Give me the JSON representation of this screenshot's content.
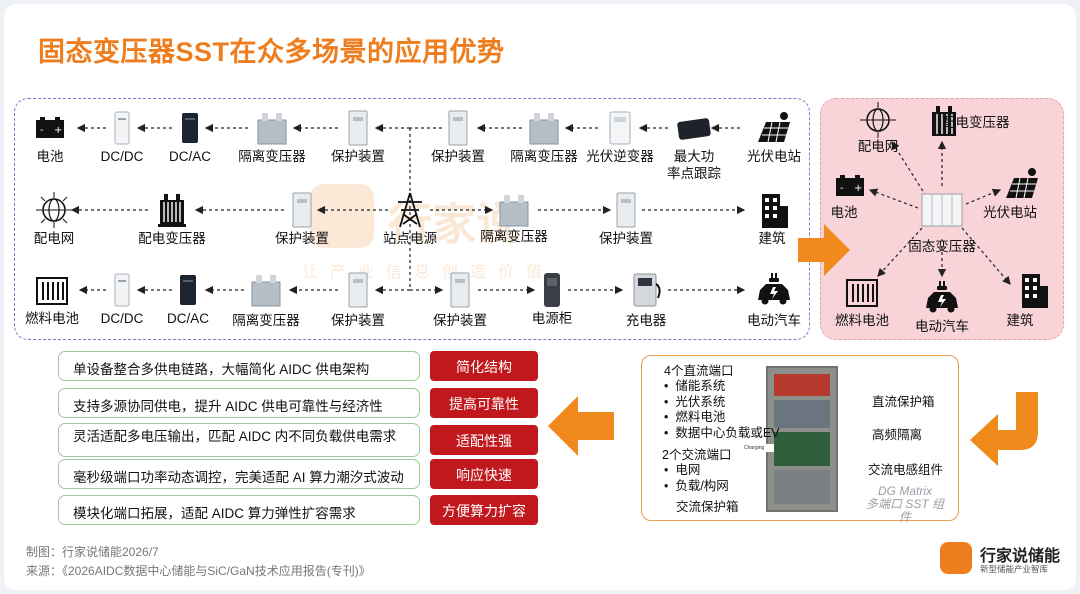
{
  "title": "固态变压器SST在众多场景的应用优势",
  "watermark": {
    "brand": "行家说",
    "slogan": "让产业信息创造价值"
  },
  "nodes": {
    "r1_battery": "电池",
    "r1_dcdc": "DC/DC",
    "r1_dcac": "DC/AC",
    "r1_iso": "隔离变压器",
    "r1_prot": "保护装置",
    "r1_prot2": "保护装置",
    "r1_iso2": "隔离变压器",
    "r1_pvinv": "光伏逆变器",
    "r1_mppt": "最大功\n率点跟踪",
    "r1_pv": "光伏电站",
    "r2_grid": "配电网",
    "r2_trans": "配电变压器",
    "r2_prot": "保护装置",
    "r2_station": "站点电源",
    "r2_iso": "隔离变压器",
    "r2_prot2": "保护装置",
    "r2_building": "建筑",
    "r3_fuel": "燃料电池",
    "r3_dcdc": "DC/DC",
    "r3_dcac": "DC/AC",
    "r3_iso": "隔离变压器",
    "r3_prot": "保护装置",
    "r3_prot2": "保护装置",
    "r3_cabinet": "电源柜",
    "r3_charger": "充电器",
    "r3_ev": "电动汽车"
  },
  "sst_nodes": {
    "grid": "配电网",
    "trans": "配电变压器",
    "battery": "电池",
    "pv": "光伏电站",
    "center": "固态变压器",
    "fuel": "燃料电池",
    "ev": "电动汽车",
    "building": "建筑"
  },
  "advantages": [
    {
      "desc": "单设备整合多供电链路，大幅简化 AIDC 供电架构",
      "tag": "简化结构"
    },
    {
      "desc": "支持多源协同供电，提升 AIDC 供电可靠性与经济性",
      "tag": "提高可靠性"
    },
    {
      "desc": "灵活适配多电压输出，匹配 AIDC 内不同负载供电需求",
      "tag": "适配性强"
    },
    {
      "desc": "毫秒级端口功率动态调控，完美适配 AI 算力潮汐式波动",
      "tag": "响应快速"
    },
    {
      "desc": "模块化端口拓展，适配 AIDC 算力弹性扩容需求",
      "tag": "方便算力扩容"
    }
  ],
  "photo": {
    "dc_title": "4个直流端口",
    "dc_items": [
      "储能系统",
      "光伏系统",
      "燃料电池",
      "数据中心负载或EV"
    ],
    "ac_title": "2个交流端口",
    "ac_items": [
      "电网",
      "负载/构网"
    ],
    "ac_protect": "交流保护箱",
    "labels": [
      "直流保护箱",
      "高频隔离",
      "交流电感组件"
    ],
    "caption": "DG Matrix\n多端口 SST 组\n件",
    "cabinet_tag": "Charging"
  },
  "footer": {
    "made": "制图：行家说储能2026/7",
    "source": "来源：《2026AIDC数据中心储能与SiC/GaN技术应用报告(专刊)》"
  },
  "logo": {
    "name": "行家说储能",
    "sub": "新型储能产业智库"
  },
  "colors": {
    "accent": "#ee7d1e",
    "tag": "#c0181d",
    "pink": "#f8d3d7",
    "dash": "#6c7fc6"
  }
}
